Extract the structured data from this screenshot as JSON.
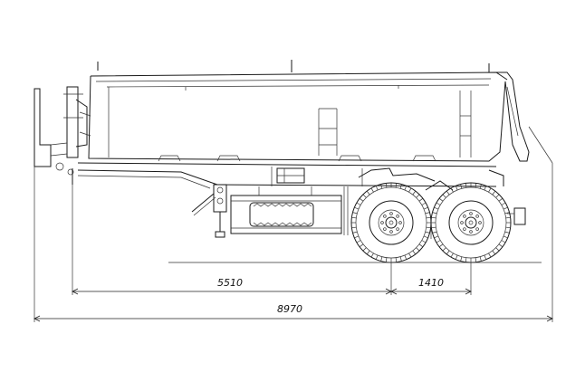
{
  "drawing": {
    "dimensions": {
      "front_to_first_axle": "5510",
      "axle_spacing": "1410",
      "overall_length": "8970"
    }
  }
}
